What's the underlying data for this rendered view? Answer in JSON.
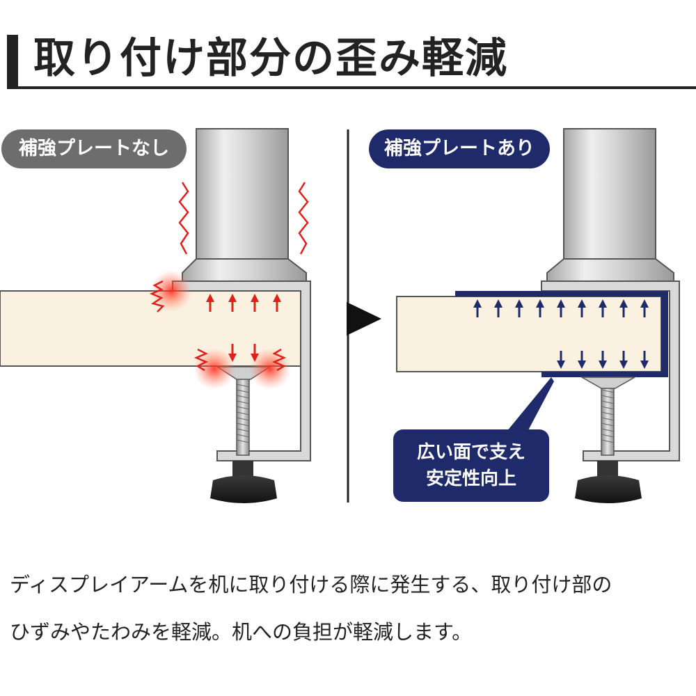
{
  "title": "取り付け部分の歪み軽減",
  "left_panel": {
    "label": "補強プレートなし"
  },
  "right_panel": {
    "label": "補強プレートあり",
    "callout_line1": "広い面で支え",
    "callout_line2": "安定性向上"
  },
  "description": {
    "line1": "ディスプレイアームを机に取り付ける際に発生する、取り付け部の",
    "line2": "ひずみやたわみを軽減。机への負担が軽減します。"
  },
  "colors": {
    "stress_red": "#e0201a",
    "plate_navy": "#1f2a6b",
    "desk_fill": "#fbf1e1",
    "metal": "#c7c7c7"
  }
}
